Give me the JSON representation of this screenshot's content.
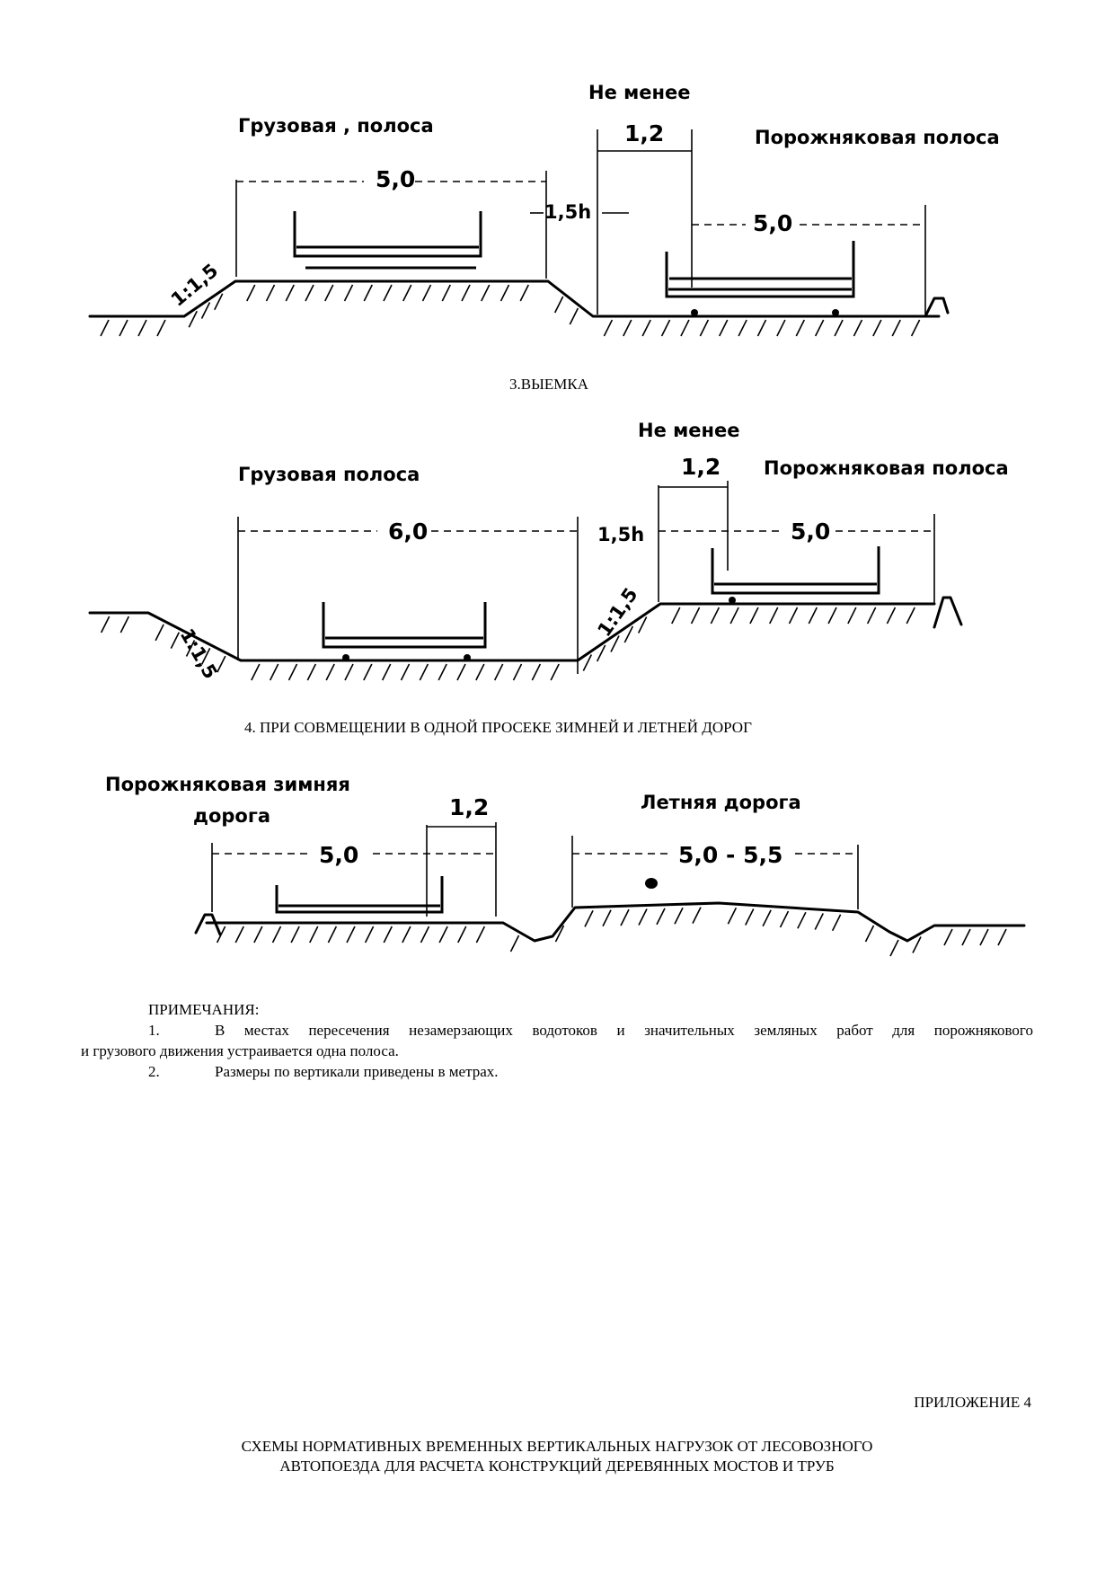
{
  "figure_2": {
    "label_min": "Не менее",
    "label_loaded_lane": "Грузовая , полоса",
    "label_empty_lane": "Порожняковая полоса",
    "dim_gap": "1,2",
    "dim_loaded": "5,0",
    "dim_empty": "5,0",
    "dim_height": "1,5h",
    "slope": "1:1,5"
  },
  "section_3": {
    "title": "3.ВЫЕМКА",
    "label_min": "Не менее",
    "label_loaded_lane": "Грузовая полоса",
    "label_empty_lane": "Порожняковая полоса",
    "dim_gap": "1,2",
    "dim_loaded": "6,0",
    "dim_empty": "5,0",
    "dim_height": "1,5h",
    "slope_left": "1:1,5",
    "slope_mid": "1:1,5"
  },
  "section_4": {
    "title": "4. ПРИ СОВМЕЩЕНИИ В ОДНОЙ ПРОСЕКЕ ЗИМНЕЙ И ЛЕТНЕЙ ДОРОГ",
    "label_winter_1": "Порожняковая зимняя",
    "label_winter_2": "дорога",
    "label_summer": "Летняя дорога",
    "dim_gap": "1,2",
    "dim_winter": "5,0",
    "dim_summer": "5,0 - 5,5"
  },
  "notes": {
    "heading": "ПРИМЕЧАНИЯ:",
    "items": [
      {
        "num": "1.",
        "text": "В местах пересечения незамерзающих водотоков и значительных земляных работ для порожнякового",
        "cont": "и грузового движения устраивается одна полоса."
      },
      {
        "num": "2.",
        "text": "Размеры по вертикали приведены в метрах."
      }
    ]
  },
  "appendix": {
    "label": "ПРИЛОЖЕНИЕ 4",
    "title_line1": "СХЕМЫ НОРМАТИВНЫХ ВРЕМЕННЫХ ВЕРТИКАЛЬНЫХ НАГРУЗОК ОТ ЛЕСОВОЗНОГО",
    "title_line2": "АВТОПОЕЗДА ДЛЯ РАСЧЕТА КОНСТРУКЦИЙ ДЕРЕВЯННЫХ МОСТОВ И ТРУБ"
  }
}
